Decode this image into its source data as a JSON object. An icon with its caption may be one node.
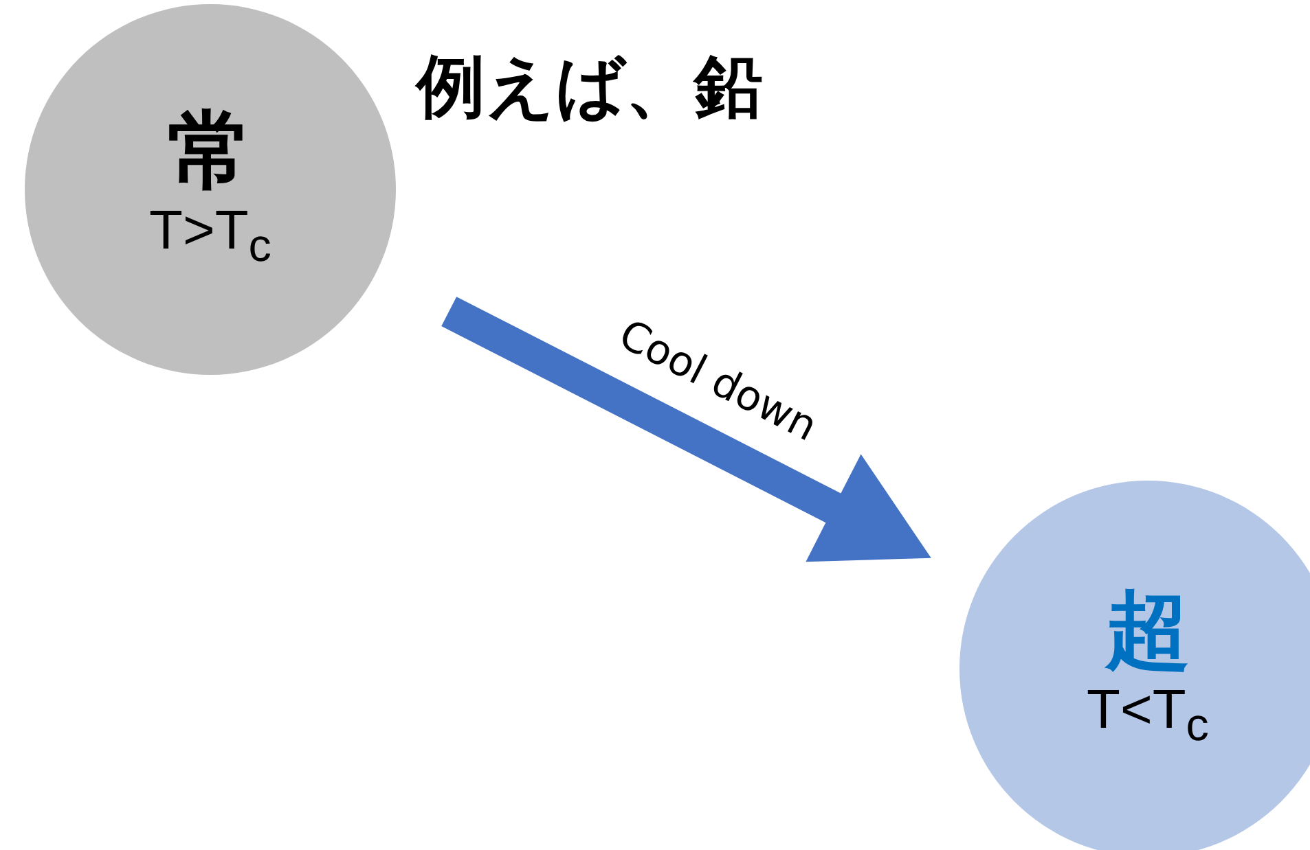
{
  "diagram": {
    "nodes": [
      {
        "text": [
          "常",
          "T>T$_{c}$"
        ]
      },
      {
        "text": [
          "超",
          "T<T$_{c}$"
        ]
      }
    ],
    "edges": [
      {
        "from": 0,
        "to": 1,
        "arrow": "to",
        "label": "Cool down",
        "style": "thick",
        "color": "#4472c4"
      }
    ],
    "labels": [
      "例えば、鉛"
    ]
  }
}
